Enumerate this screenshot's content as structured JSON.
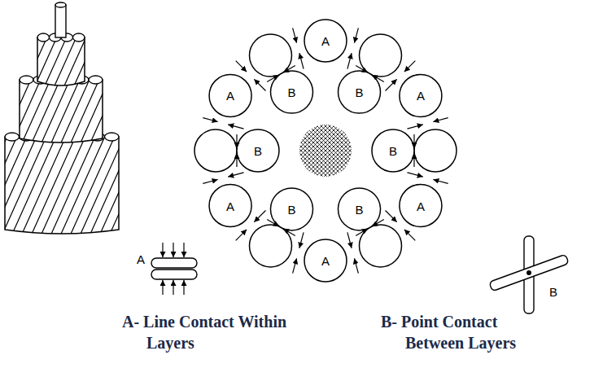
{
  "diagram": {
    "labels": [
      "A",
      "A",
      "B",
      "B",
      "A",
      "B",
      "B",
      "A",
      "B",
      "B",
      "A",
      "A",
      "A",
      "B",
      "A- Line Contact Within Layers",
      "B- Point Contact Between Layers"
    ]
  }
}
